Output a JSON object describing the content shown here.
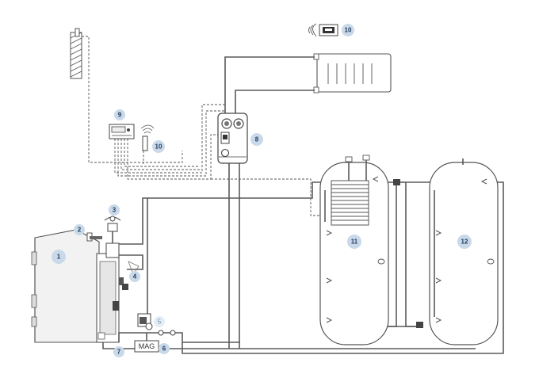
{
  "components": [
    {
      "id": "boiler",
      "label": "1"
    },
    {
      "id": "safety-valve",
      "label": "2"
    },
    {
      "id": "thermostatic-valve",
      "label": "3"
    },
    {
      "id": "cooling-loop",
      "label": "4"
    },
    {
      "id": "circulation-pump",
      "label": "5"
    },
    {
      "id": "expansion-vessel-valve",
      "label": "6"
    },
    {
      "id": "drain",
      "label": "7"
    },
    {
      "id": "pump-group",
      "label": "8"
    },
    {
      "id": "controller",
      "label": "9"
    },
    {
      "id": "wireless-sensor",
      "label": "10"
    },
    {
      "id": "wireless-room-unit",
      "label": "10"
    },
    {
      "id": "hygienic-storage-tank",
      "label": "11"
    },
    {
      "id": "buffer-tank",
      "label": "12"
    }
  ],
  "expansion_vessel": {
    "label": "MAG"
  },
  "colors": {
    "badge_fill": "#c9d9ea",
    "badge_text": "#1f3a5a",
    "pipe": "#5a5a5a",
    "line": "#555555"
  }
}
